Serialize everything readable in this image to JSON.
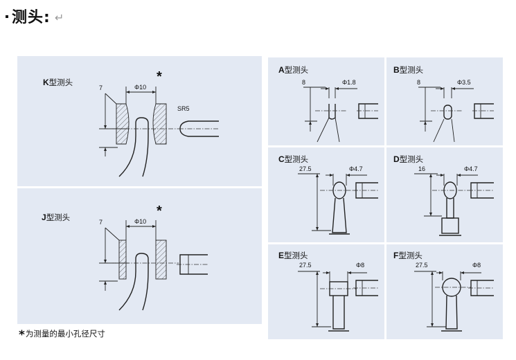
{
  "header": {
    "title": "测头:",
    "return_mark": "↵"
  },
  "footnote": {
    "star": "*",
    "text": "为测量的最小孔径尺寸"
  },
  "panels": {
    "k": {
      "code": "K",
      "suffix": "型测头",
      "star": "*",
      "dim_depth": "7",
      "dim_dia": "Φ10",
      "radius": "SR5"
    },
    "j": {
      "code": "J",
      "suffix": "型测头",
      "star": "*",
      "dim_depth": "7",
      "dim_dia": "Φ10"
    },
    "a": {
      "code": "A",
      "suffix": "型测头",
      "dim_depth": "8",
      "dim_dia": "Φ1.8"
    },
    "b": {
      "code": "B",
      "suffix": "型测头",
      "dim_depth": "8",
      "dim_dia": "Φ3.5"
    },
    "c": {
      "code": "C",
      "suffix": "型测头",
      "dim_depth": "27.5",
      "dim_dia": "Φ4.7"
    },
    "d": {
      "code": "D",
      "suffix": "型测头",
      "dim_depth": "16",
      "dim_dia": "Φ4.7"
    },
    "e": {
      "code": "E",
      "suffix": "型测头",
      "dim_depth": "27.5",
      "dim_dia": "Φ8"
    },
    "f": {
      "code": "F",
      "suffix": "型测头",
      "dim_depth": "27.5",
      "dim_dia": "Φ8"
    }
  }
}
